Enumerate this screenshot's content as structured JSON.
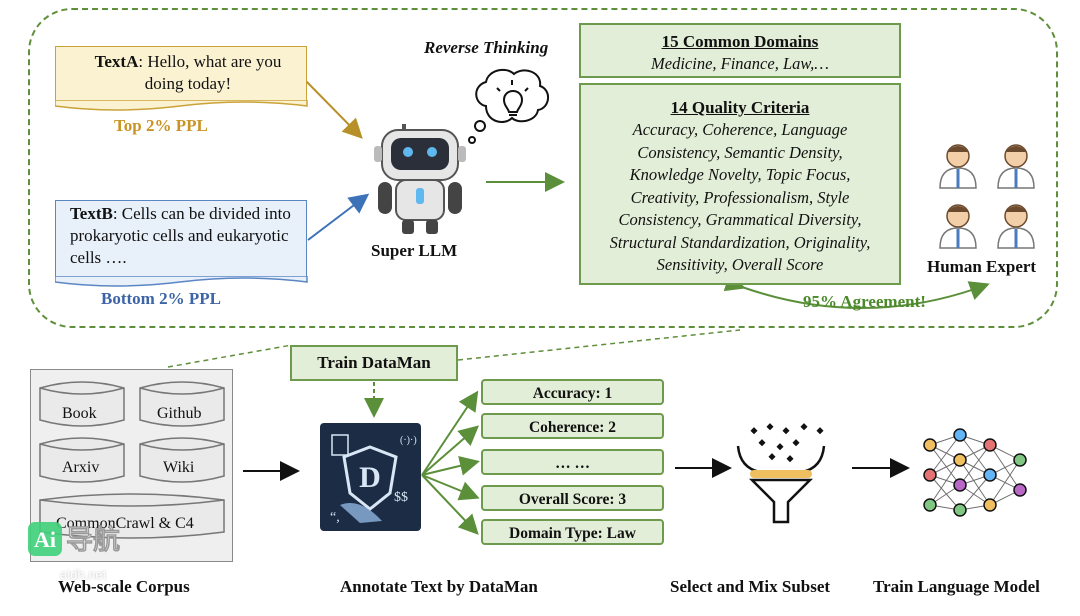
{
  "top_panel": {
    "text_a": {
      "label": "TextA",
      "text": ": Hello, what are you doing today!"
    },
    "text_a_ppl": "Top 2% PPL",
    "text_b": {
      "label": "TextB",
      "text": ": Cells can be divided into prokaryotic cells and eukaryotic cells …."
    },
    "text_b_ppl": "Bottom 2% PPL",
    "reverse_thinking": "Reverse Thinking",
    "super_llm": "Super LLM",
    "domains": {
      "title": "15 Common Domains",
      "items": "Medicine, Finance, Law,…"
    },
    "criteria": {
      "title": "14 Quality Criteria",
      "lines": [
        "Accuracy, Coherence, Language",
        "Consistency, Semantic Density,",
        "Knowledge Novelty, Topic Focus,",
        "Creativity, Professionalism, Style",
        "Consistency, Grammatical Diversity,",
        "Structural Standardization, Originality,",
        "Sensitivity, Overall Score"
      ]
    },
    "human_expert": "Human Expert",
    "agreement": "95% Agreement!"
  },
  "bottom_panel": {
    "train_dataman": "Train DataMan",
    "corpus_sources": [
      "Book",
      "Github",
      "Arxiv",
      "Wiki",
      "CommonCrawl & C4"
    ],
    "corpus_label": "Web-scale Corpus",
    "annotate_label": "Annotate Text by DataMan",
    "scores": [
      "Accuracy: 1",
      "Coherence: 2",
      "… …",
      "Overall Score: 3",
      "Domain Type: Law"
    ],
    "select_label": "Select and Mix Subset",
    "train_label": "Train Language Model"
  },
  "watermark": {
    "brand": "Ai导航",
    "url": "aidh.net"
  },
  "colors": {
    "dashed_border": "#5f8f3a",
    "green_fill": "#e3eed8",
    "green_border": "#6e9a4d",
    "text_a_fill": "#fbf2d2",
    "text_a_ppl": "#c99424",
    "text_b_fill": "#e8f0fa",
    "text_b_ppl": "#3c64a6",
    "agreement": "#4a8a2a"
  }
}
